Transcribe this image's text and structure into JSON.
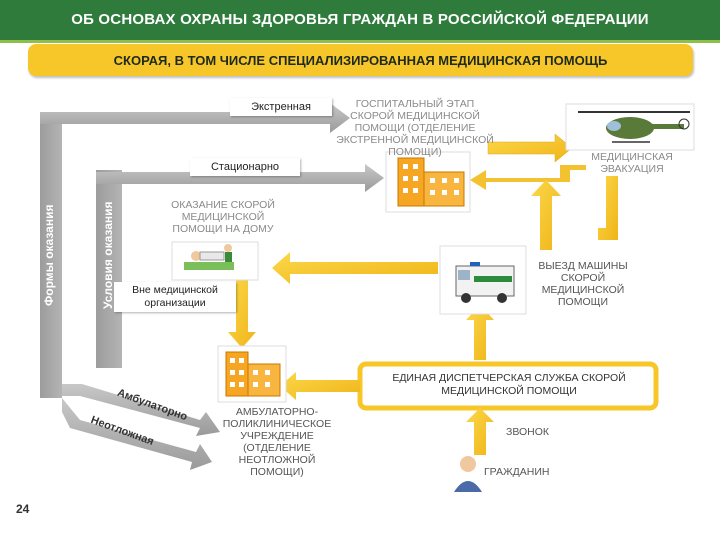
{
  "title": "ОБ ОСНОВАХ ОХРАНЫ ЗДОРОВЬЯ ГРАЖДАН В РОССИЙСКОЙ ФЕДЕРАЦИИ",
  "subtitle": "СКОРАЯ, В ТОМ ЧИСЛЕ СПЕЦИАЛИЗИРОВАННАЯ МЕДИЦИНСКАЯ ПОМОЩЬ",
  "labels": {
    "forms": "Формы оказания",
    "conditions": "Условия оказания",
    "emergency": "Экстренная",
    "inpatient": "Стационарно",
    "outside": "Вне медицинской организации",
    "outpatient": "Амбулаторно",
    "urgent": "Неотложная"
  },
  "nodes": {
    "hospital_stage": "ГОСПИТАЛЬНЫЙ ЭТАП СКОРОЙ МЕДИЦИНСКОЙ ПОМОЩИ (ОТДЕЛЕНИЕ ЭКСТРЕННОЙ МЕДИЦИНСКОЙ ПОМОЩИ)",
    "medevac": "МЕДИЦИНСКАЯ ЭВАКУАЦИЯ",
    "home_care": "ОКАЗАНИЕ СКОРОЙ МЕДИЦИНСКОЙ ПОМОЩИ НА ДОМУ",
    "ambulance_trip": "ВЫЕЗД МАШИНЫ СКОРОЙ МЕДИЦИНСКОЙ ПОМОЩИ",
    "dispatch": "ЕДИНАЯ ДИСПЕТЧЕРСКАЯ СЛУЖБА СКОРОЙ МЕДИЦИНСКОЙ ПОМОЩИ",
    "call": "ЗВОНОК",
    "citizens": "ГРАЖДАНИН",
    "outpatient_inst": "АМБУЛАТОРНО-ПОЛИКЛИНИЧЕСКОЕ УЧРЕЖДЕНИЕ (ОТДЕЛЕНИЕ НЕОТЛОЖНОЙ ПОМОЩИ)"
  },
  "page_number": "24",
  "colors": {
    "title_green": "#2e7b3c",
    "yellow": "#f7c72a",
    "gray_arrow": "#a6a6a6",
    "orange": "#f0a020"
  },
  "icons": {
    "hospital": "hospital-building-icon",
    "helicopter": "helicopter-icon",
    "ambulance": "ambulance-icon",
    "home": "home-care-icon",
    "person": "person-icon",
    "clinic": "clinic-building-icon"
  }
}
